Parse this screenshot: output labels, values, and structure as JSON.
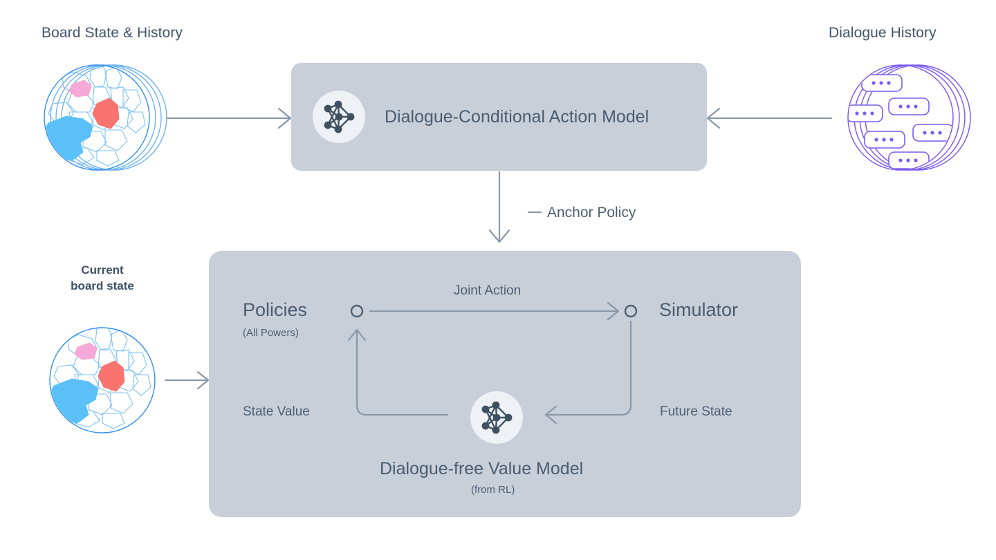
{
  "headings": {
    "board_state": "Board State & History",
    "dialogue_history": "Dialogue History"
  },
  "captions": {
    "current_board_state": "Current\nboard state"
  },
  "top_panel": {
    "title": "Dialogue-Conditional Action Model",
    "icon": "neural-network-icon"
  },
  "edges": {
    "anchor_policy": "Anchor Policy",
    "joint_action": "Joint Action",
    "state_value": "State Value",
    "future_state": "Future State"
  },
  "bottom_panel": {
    "policies": {
      "title": "Policies",
      "subtitle": "(All Powers)"
    },
    "simulator": {
      "title": "Simulator"
    },
    "value_model": {
      "title": "Dialogue-free Value Model",
      "subtitle": "(from RL)",
      "icon": "neural-network-icon"
    }
  },
  "icons": {
    "board_map": "diplomacy-map-stack-icon",
    "current_board_map": "diplomacy-map-icon",
    "dialogue_bubbles": "chat-bubble-stack-icon"
  },
  "colors": {
    "panel_background": "#c8cfd9",
    "text": "#41536a",
    "line": "#8a98a8",
    "map_accent_blue": "#5bc0f8",
    "map_accent_red": "#f9736f",
    "map_accent_pink": "#f6a8d8",
    "dialogue_purple": "#7b5cf0",
    "nn_node": "#3f5161",
    "nn_badge_background": "#eef1f5"
  }
}
